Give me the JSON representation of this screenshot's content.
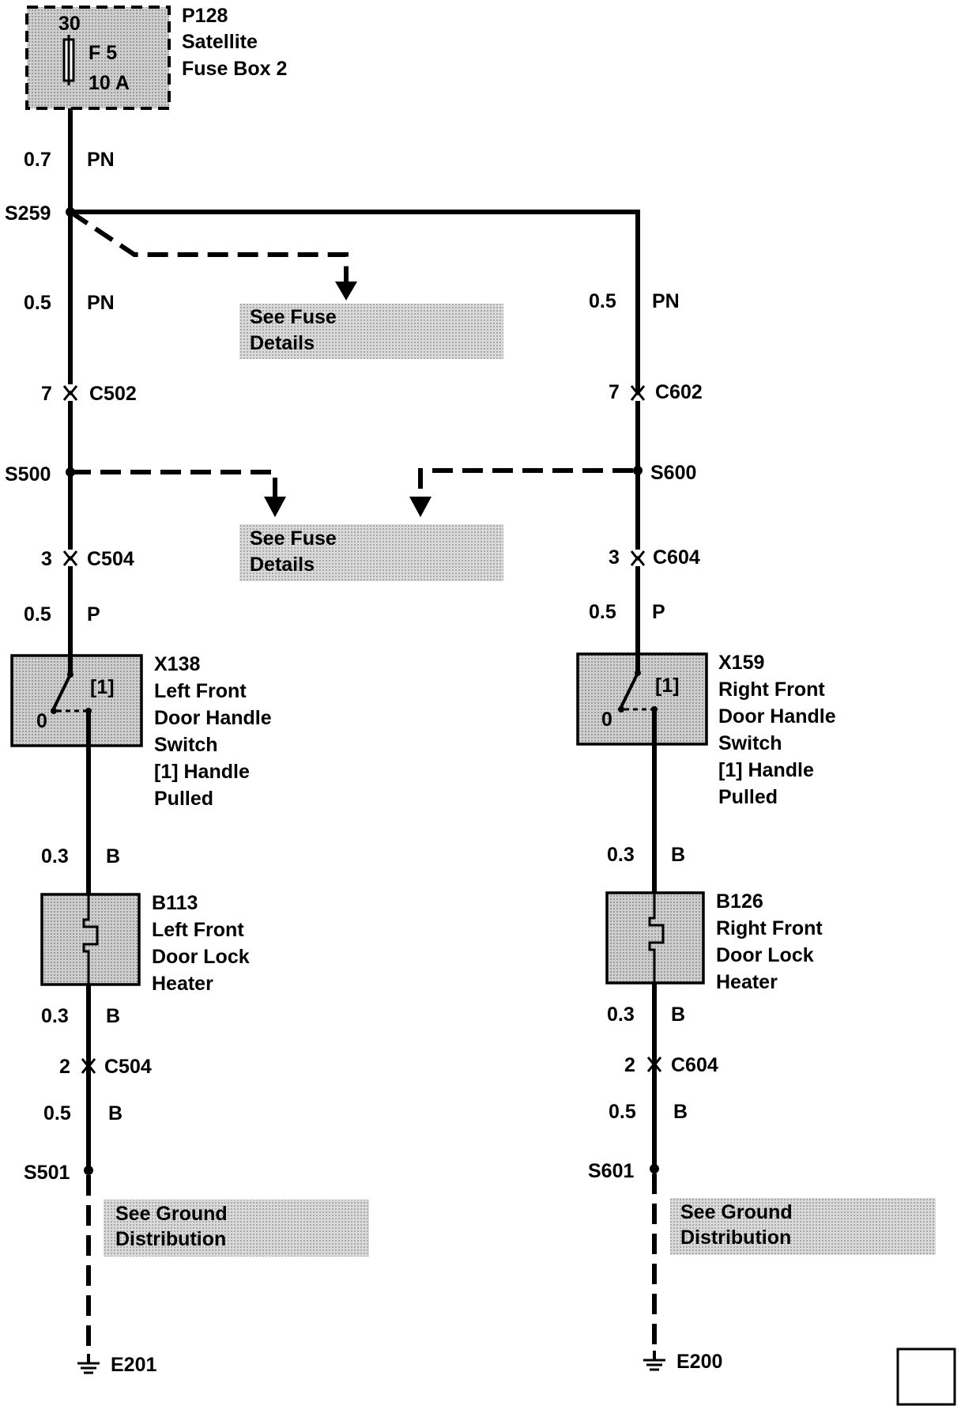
{
  "fuse_box": {
    "pin": "30",
    "fuse": "F 5",
    "rating": "10 A",
    "id": "P128",
    "name_line1": "Satellite",
    "name_line2": "Fuse Box 2"
  },
  "wires": {
    "feed": {
      "size": "0.7",
      "color": "PN"
    },
    "left_top": {
      "size": "0.5",
      "color": "PN"
    },
    "right_top": {
      "size": "0.5",
      "color": "PN"
    },
    "left_switch_in": {
      "size": "0.5",
      "color": "P"
    },
    "right_switch_in": {
      "size": "0.5",
      "color": "P"
    },
    "left_heater_in": {
      "size": "0.3",
      "color": "B"
    },
    "right_heater_in": {
      "size": "0.3",
      "color": "B"
    },
    "left_heater_out": {
      "size": "0.3",
      "color": "B"
    },
    "right_heater_out": {
      "size": "0.3",
      "color": "B"
    },
    "left_ground": {
      "size": "0.5",
      "color": "B"
    },
    "right_ground": {
      "size": "0.5",
      "color": "B"
    }
  },
  "splices": {
    "s259": "S259",
    "s500": "S500",
    "s600": "S600",
    "s501": "S501",
    "s601": "S601"
  },
  "connectors": {
    "c502": {
      "pin": "7",
      "id": "C502"
    },
    "c602": {
      "pin": "7",
      "id": "C602"
    },
    "c504_top": {
      "pin": "3",
      "id": "C504"
    },
    "c604_top": {
      "pin": "3",
      "id": "C604"
    },
    "c504_bot": {
      "pin": "2",
      "id": "C504"
    },
    "c604_bot": {
      "pin": "2",
      "id": "C604"
    }
  },
  "notes": {
    "fuse_details_line1": "See Fuse",
    "fuse_details_line2": "Details",
    "ground_line1": "See Ground",
    "ground_line2": "Distribution"
  },
  "switches": {
    "left": {
      "position_label": "[1]",
      "zero": "0",
      "id": "X138",
      "lines": [
        "Left Front",
        "Door Handle",
        "Switch",
        "[1]  Handle",
        "Pulled"
      ]
    },
    "right": {
      "position_label": "[1]",
      "zero": "0",
      "id": "X159",
      "lines": [
        "Right Front",
        "Door Handle",
        "Switch",
        "[1]  Handle",
        "Pulled"
      ]
    }
  },
  "heaters": {
    "left": {
      "id": "B113",
      "lines": [
        "Left Front",
        "Door Lock",
        "Heater"
      ]
    },
    "right": {
      "id": "B126",
      "lines": [
        "Right Front",
        "Door Lock",
        "Heater"
      ]
    }
  },
  "grounds": {
    "left": "E201",
    "right": "E200"
  }
}
